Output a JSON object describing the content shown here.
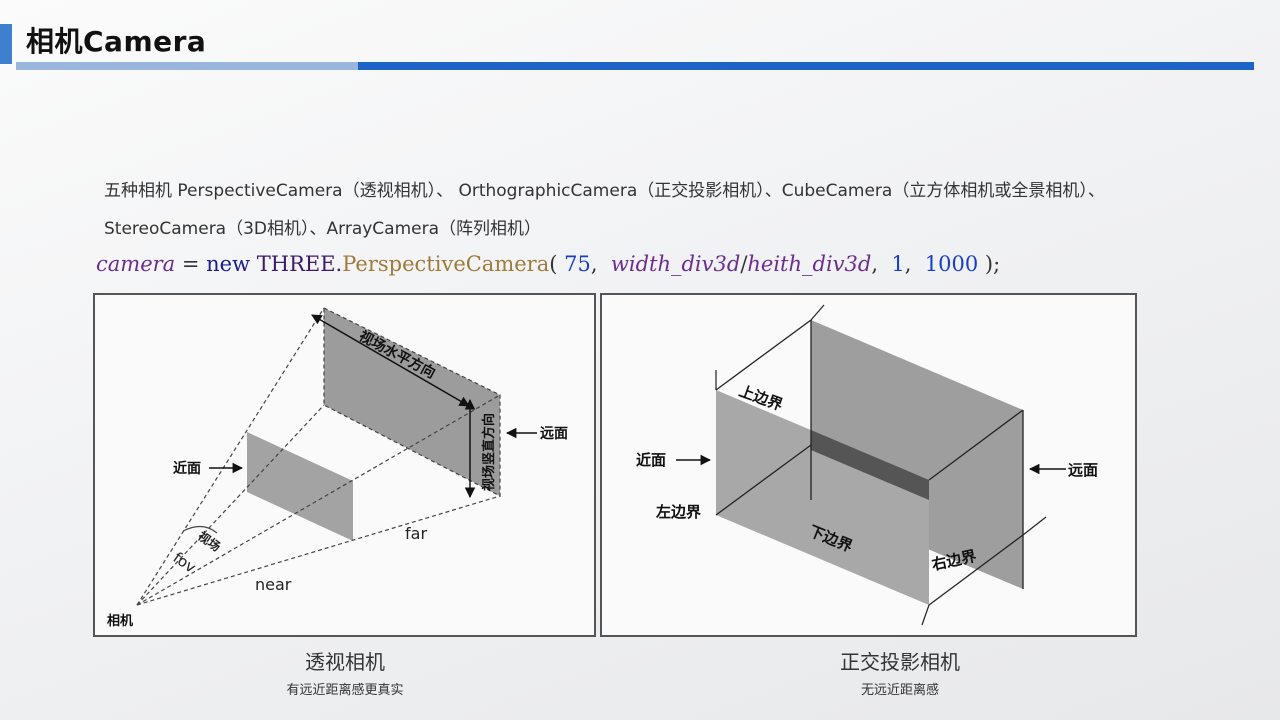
{
  "slide": {
    "title": "相机Camera",
    "intro": "五种相机 PerspectiveCamera（透视相机）、 OrthographicCamera（正交投影相机）、CubeCamera（立方体相机或全景相机）、StereoCamera（3D相机）、ArrayCamera（阵列相机）"
  },
  "code": {
    "var": "camera",
    "eq": " = ",
    "kw": "new",
    "ns": " THREE.",
    "cls": "PerspectiveCamera",
    "open": "( ",
    "a1": "75",
    "sep1": ",  ",
    "a2": "width_div3d",
    "slash": "/",
    "a3": "heith_div3d",
    "sep2": ",  ",
    "a4": "1",
    "sep3": ",  ",
    "a5": "1000",
    "close": " );"
  },
  "perspective": {
    "horizontal": "视场水平方向",
    "vertical": "视场竖直方向",
    "far_plane": "远面",
    "near_plane": "近面",
    "far": "far",
    "near": "near",
    "fov_zh": "视场",
    "fov": "fov",
    "camera": "相机",
    "caption": "透视相机",
    "sub": "有远近距离感更真实"
  },
  "ortho": {
    "top": "上边界",
    "near_plane": "近面",
    "far_plane": "远面",
    "left": "左边界",
    "bottom": "下边界",
    "right": "右边界",
    "caption": "正交投影相机",
    "sub": "无远近距离感"
  },
  "colors": {
    "accent": "#1d64c8",
    "accent_light": "#9ab6db",
    "plane_fill": "#9c9c9c"
  }
}
